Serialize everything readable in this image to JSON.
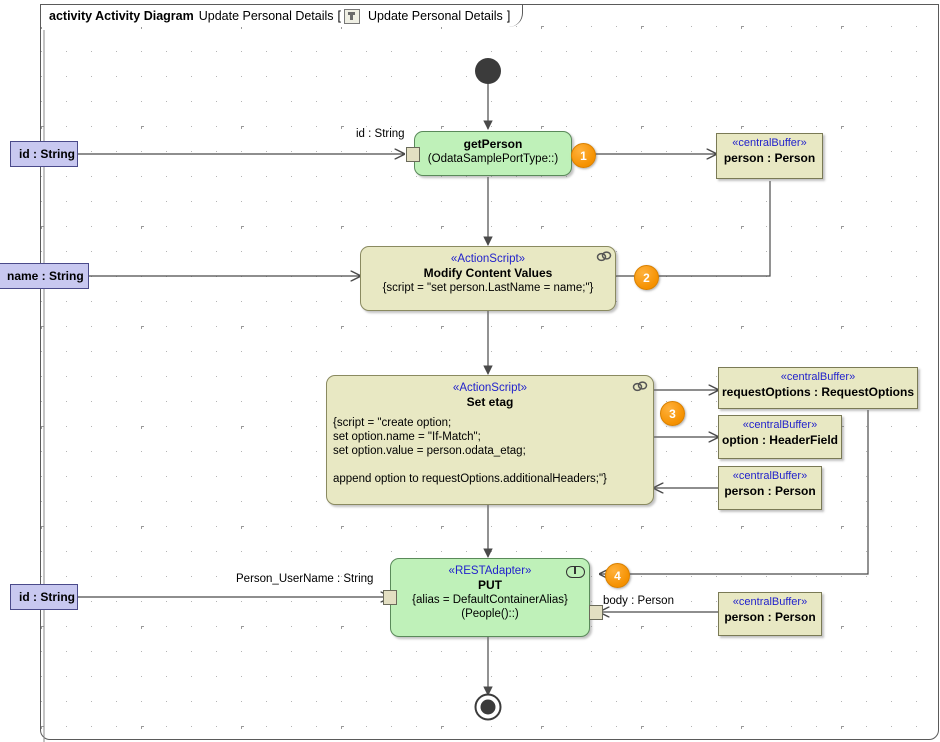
{
  "frame": {
    "keyword": "activity Activity Diagram",
    "name": "Update Personal Details",
    "bracket_open": "[",
    "bracket_close": "]",
    "diagram_icon": "activity-diagram-icon",
    "inner_name": "Update Personal Details"
  },
  "nodes": {
    "initial": {
      "name": "initial-node"
    },
    "final": {
      "name": "activity-final-node"
    },
    "getPerson": {
      "stereotype": "",
      "name": "getPerson",
      "body": "(OdataSamplePortType::)",
      "badge": "1"
    },
    "modify": {
      "stereotype": "«ActionScript»",
      "name": "Modify Content Values",
      "body": "{script = \"set person.LastName = name;\"}",
      "badge": "2",
      "icon": "script-links-icon"
    },
    "setEtag": {
      "stereotype": "«ActionScript»",
      "name": "Set etag",
      "body_lines": [
        "{script = \"create option;",
        "set option.name = \"If-Match\";",
        "set option.value = person.odata_etag;",
        "",
        "append option to requestOptions.additionalHeaders;\"}"
      ],
      "badge": "3",
      "icon": "script-links-icon"
    },
    "put": {
      "stereotype": "«RESTAdapter»",
      "name": "PUT",
      "body_line1": "{alias = DefaultContainerAlias}",
      "body_line2": "(People()::)",
      "badge": "4",
      "icon": "interface-oval-icon"
    }
  },
  "buffers": {
    "person_top": {
      "stereotype": "«centralBuffer»",
      "label": "person : Person"
    },
    "requestOptions": {
      "stereotype": "«centralBuffer»",
      "label": "requestOptions : RequestOptions"
    },
    "option": {
      "stereotype": "«centralBuffer»",
      "label": "option : HeaderField"
    },
    "person_mid": {
      "stereotype": "«centralBuffer»",
      "label": "person : Person"
    },
    "person_bottom": {
      "stereotype": "«centralBuffer»",
      "label": "person : Person"
    }
  },
  "parameters": {
    "id_top": {
      "label": "id : String"
    },
    "name": {
      "label": "name : String"
    },
    "id_bottom": {
      "label": "id : String"
    }
  },
  "edge_labels": {
    "id_string": "id : String",
    "person_username": "Person_UserName : String",
    "body_person": "body : Person"
  },
  "colors": {
    "action_fill": "#bff1b9",
    "action_stroke": "#5a8a5a",
    "script_fill": "#e8e8c3",
    "script_stroke": "#8a8a60",
    "buffer_fill": "#e8e8c3",
    "parameter_fill": "#c8c8f0",
    "parameter_stroke": "#4a4a8a",
    "stereotype_text": "#2222cc",
    "badge_fill": "#f59100",
    "edge_stroke": "#4a4a4a",
    "frame_stroke": "#5a5a5a",
    "node_dark": "#3b3b3b"
  }
}
